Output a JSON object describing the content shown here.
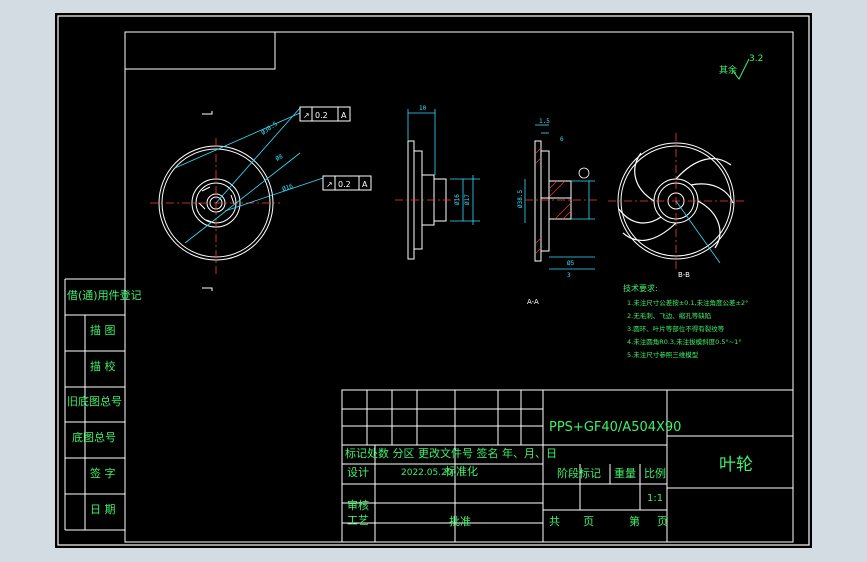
{
  "material": "PPS+GF40/A504X90",
  "part_name": "叶轮",
  "roughness": {
    "value": "3.2",
    "note": "其余"
  },
  "title_block": {
    "revision_header": "标记处数 分区 更改文件号 签名 年、月、日",
    "design_label": "设计",
    "design_date": "2022.05.20",
    "standardize_label": "标准化",
    "stage_label": "阶段标记",
    "weight_label": "重量",
    "scale_label": "比例",
    "scale_value": "1:1",
    "review_label": "审核",
    "process_label": "工艺",
    "approve_label": "批准",
    "total_label": "共",
    "page_label": "页",
    "sheet_label": "第",
    "sheet_page_label": "页"
  },
  "side_labels": [
    "借(通)用件登记",
    "描 图",
    "描 校",
    "旧底图总号",
    "底图总号",
    "签 字",
    "日 期"
  ],
  "tolerance_frames": [
    {
      "sym": "↗",
      "val": "0.2",
      "ref": "A"
    },
    {
      "sym": "↗",
      "val": "0.2",
      "ref": "A"
    }
  ],
  "section_labels": {
    "aa": "A-A",
    "bb": "B-B"
  },
  "notes": {
    "title": "技术要求:",
    "items": [
      "1.未注尺寸公差按±0.1,未注角度公差±2°",
      "2.无毛刺、飞边、缩孔等缺陷",
      "3.圆环、叶片等部位不得有裂纹等",
      "4.未注圆角R0.3,未注拔模斜度0.5°~1°",
      "5.未注尺寸参照三维模型"
    ]
  },
  "dimension_texts": [
    "Ø38.5",
    "Ø8",
    "Ø16",
    "Ø17",
    "10",
    "1.5",
    "6",
    "Ø5",
    "3"
  ]
}
